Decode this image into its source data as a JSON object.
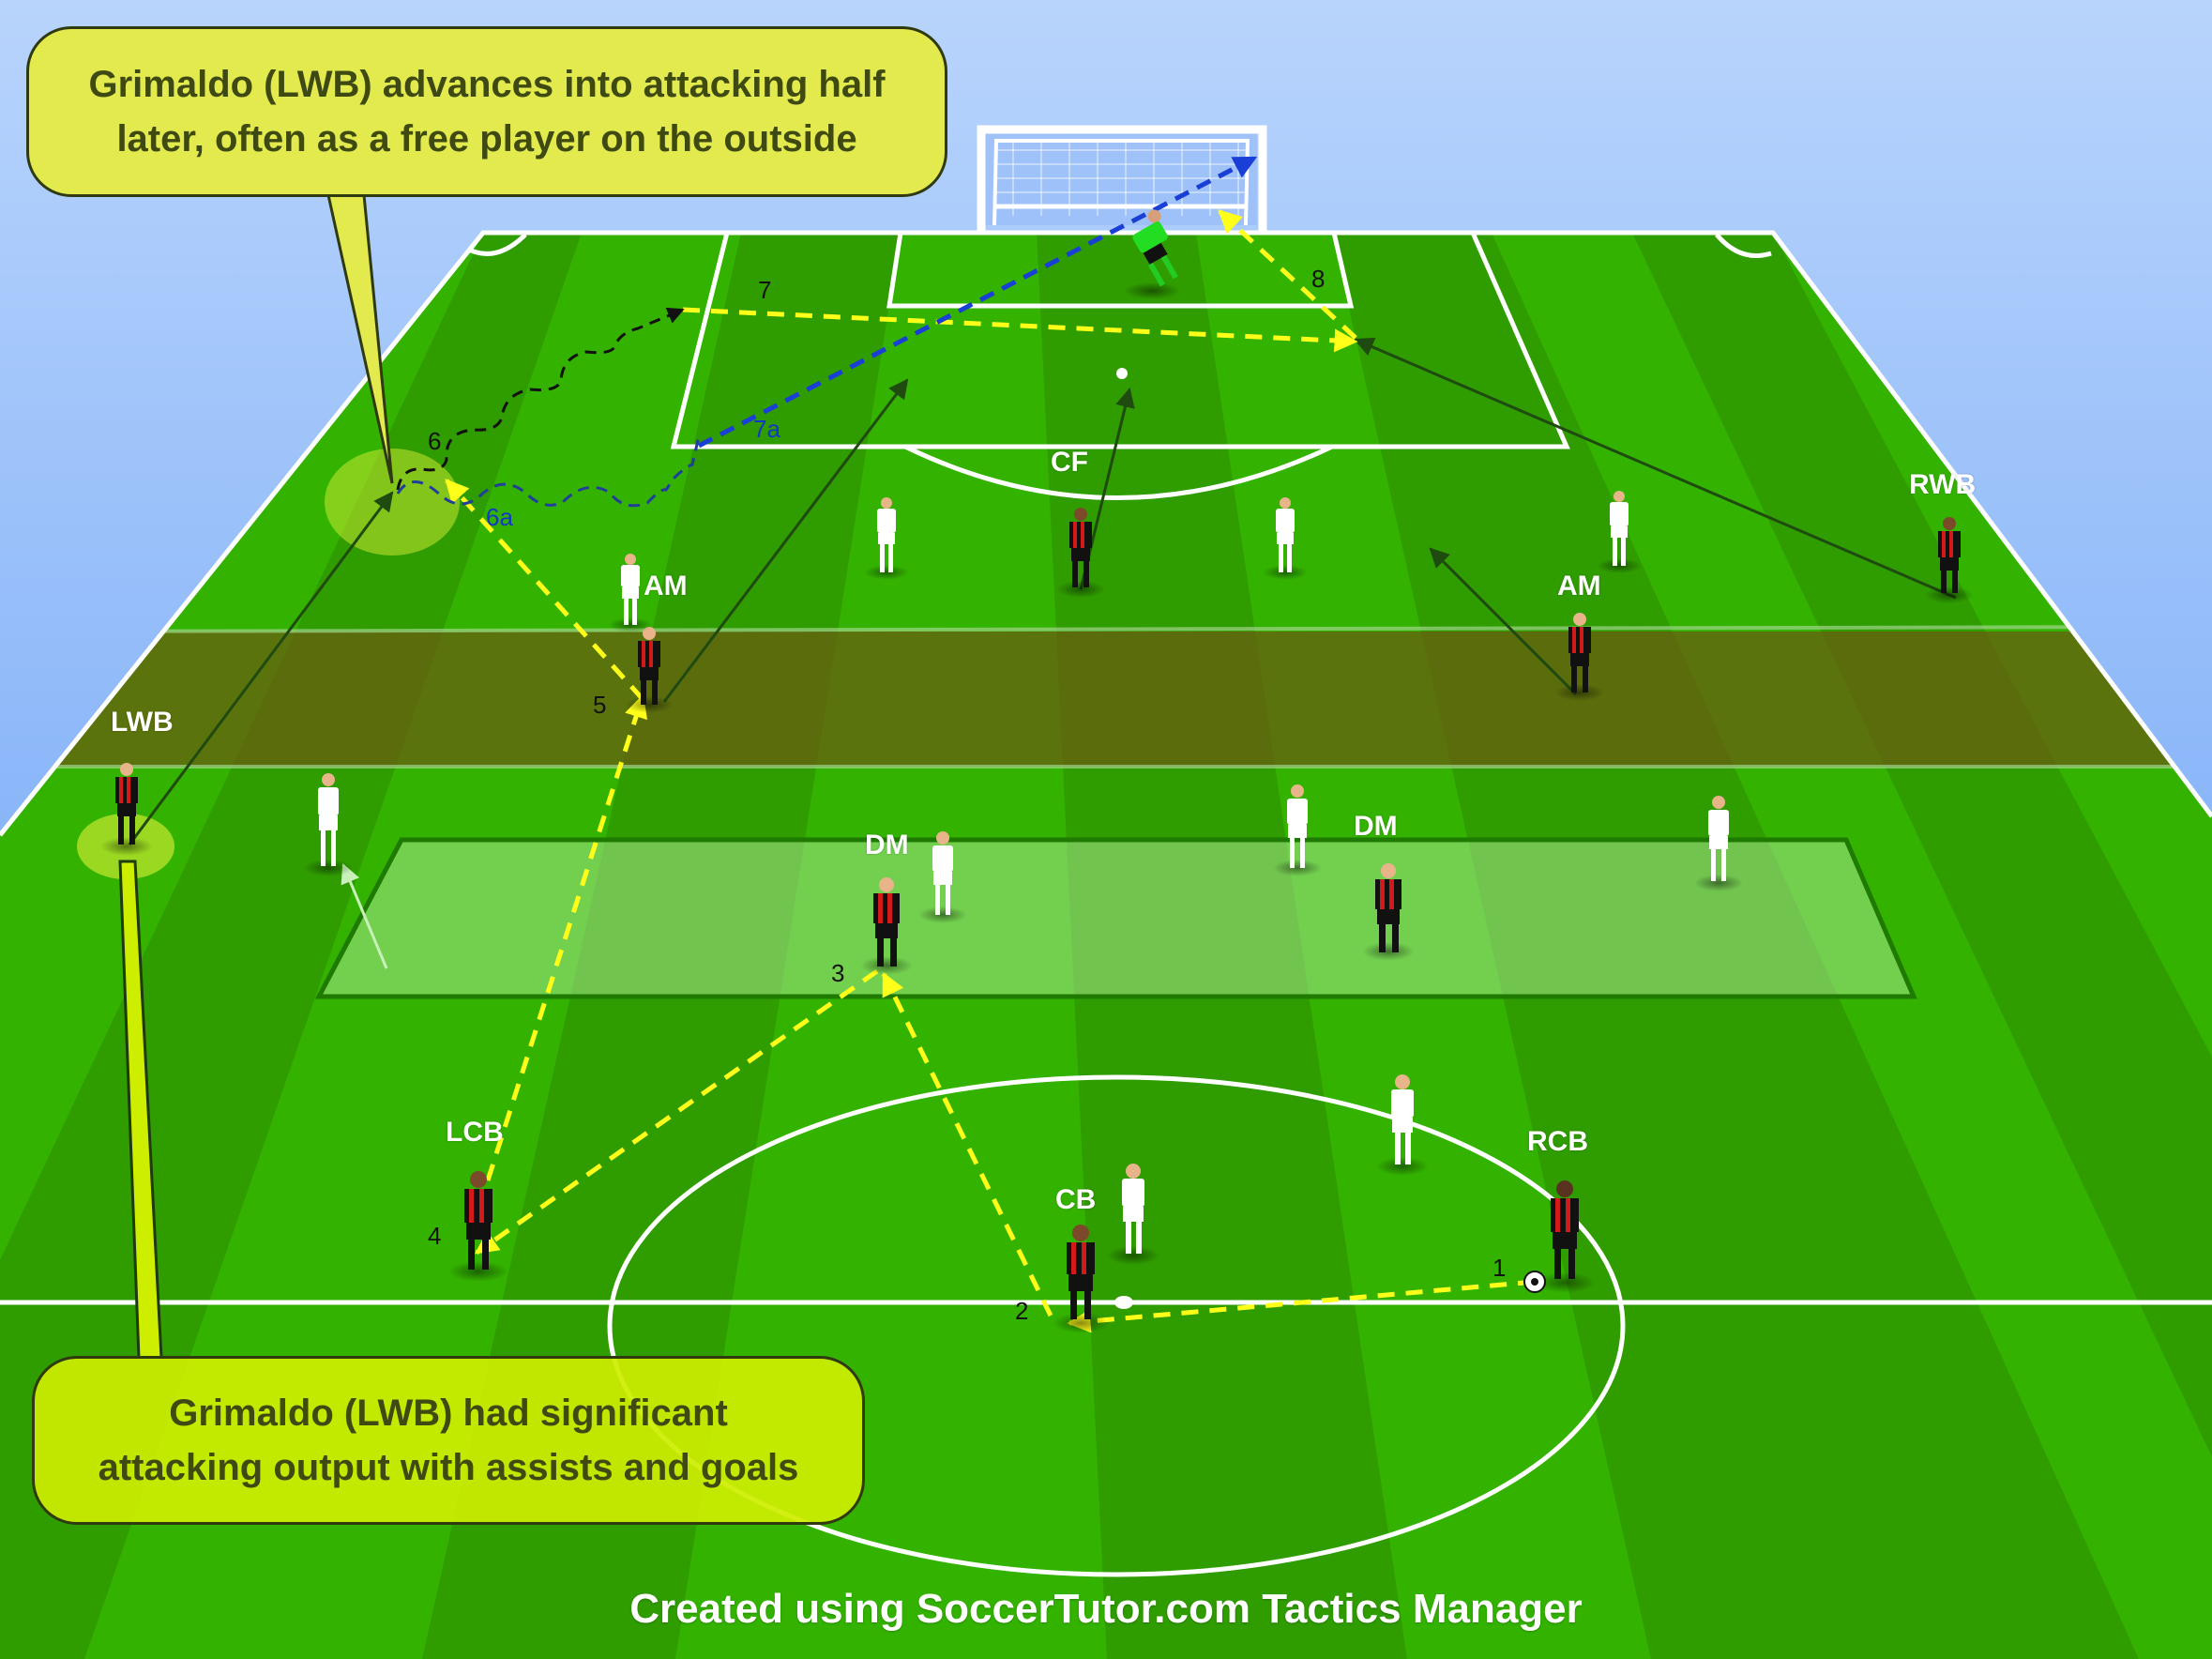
{
  "callouts": {
    "top": {
      "line1": "Grimaldo (LWB) advances into attacking half",
      "line2": "later, often as a free player on the outside"
    },
    "bottom": {
      "line1": "Grimaldo (LWB) had significant",
      "line2": "attacking output with assists and goals"
    }
  },
  "player_labels": {
    "lwb": "LWB",
    "am_left": "AM",
    "am_right": "AM",
    "cf": "CF",
    "rwb": "RWB",
    "dm_left": "DM",
    "dm_right": "DM",
    "lcb": "LCB",
    "cb": "CB",
    "rcb": "RCB"
  },
  "sequence_numbers": {
    "n1": "1",
    "n2": "2",
    "n3": "3",
    "n4": "4",
    "n5": "5",
    "n6": "6",
    "n6a": "6a",
    "n7": "7",
    "n7a": "7a",
    "n8": "8"
  },
  "credit": "Created using SoccerTutor.com Tactics Manager",
  "colors": {
    "sky_top": "#b8d4fc",
    "sky_bottom": "#6aa6f8",
    "grass_light": "#33b300",
    "grass_dark": "#2f9c00",
    "pass_line": "#ffff1a",
    "run_line": "#1f4a10",
    "shot_line": "#1a3fd6",
    "dribble_6a": "#1f3f9a",
    "team_red": "#d21a1a",
    "team_white": "#ffffff",
    "band_brown": "#6b5a10",
    "zone_light": "#8ed870",
    "callout_top_bg": "#e2ea4e",
    "callout_bottom_bg": "#ceee00"
  }
}
